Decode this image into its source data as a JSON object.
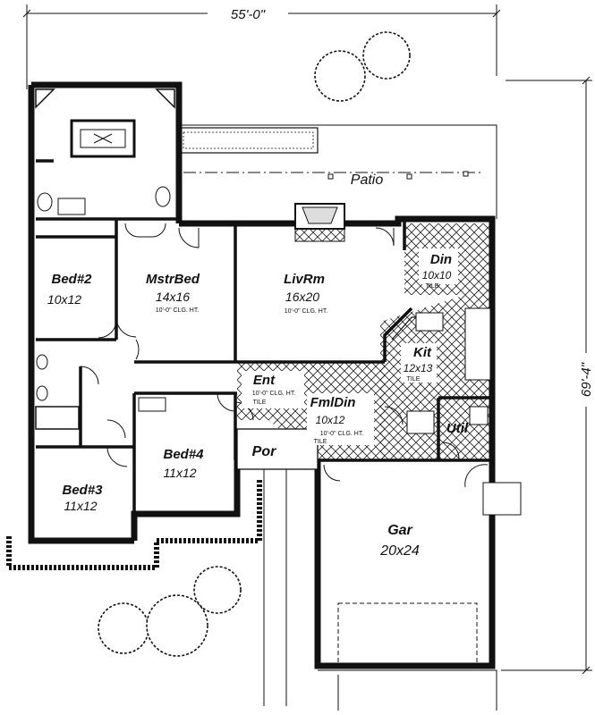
{
  "dimensions": {
    "width": "55'-0\"",
    "depth": "69'-4\""
  },
  "rooms": {
    "patio": {
      "name": "Patio"
    },
    "bed2": {
      "name": "Bed#2",
      "size": "10x12"
    },
    "mstrbed": {
      "name": "MstrBed",
      "size": "14x16",
      "note": "10'-0\" CLG. HT."
    },
    "livrm": {
      "name": "LivRm",
      "size": "16x20",
      "note": "10'-0\" CLG. HT."
    },
    "din": {
      "name": "Din",
      "size": "10x10",
      "note": "TILE"
    },
    "kit": {
      "name": "Kit",
      "size": "12x13",
      "note": "TILE"
    },
    "ent": {
      "name": "Ent",
      "note": "10'-0\" CLG. HT.",
      "note2": "TILE"
    },
    "fmldin": {
      "name": "FmlDin",
      "size": "10x12",
      "note": "10'-0\" CLG. HT.",
      "note2": "TILE"
    },
    "util": {
      "name": "Util"
    },
    "por": {
      "name": "Por"
    },
    "bed3": {
      "name": "Bed#3",
      "size": "11x12"
    },
    "bed4": {
      "name": "Bed#4",
      "size": "11x12"
    },
    "gar": {
      "name": "Gar",
      "size": "20x24"
    }
  }
}
